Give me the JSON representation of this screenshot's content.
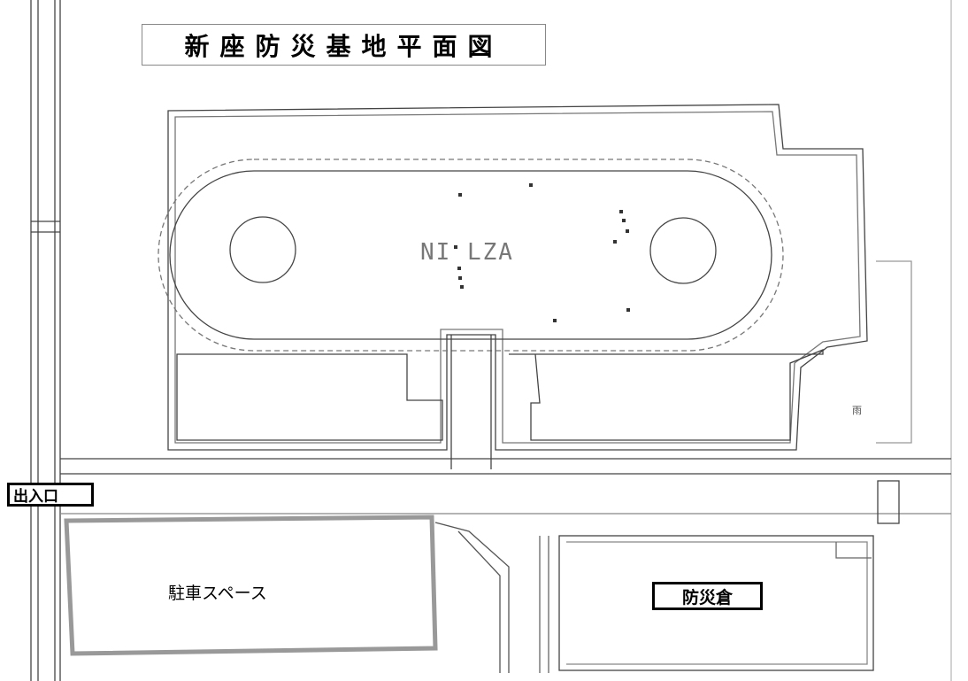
{
  "map": {
    "title": "新座防災基地平面図",
    "field_marking": "NI LZA",
    "labels": {
      "entrance": "出入口",
      "parking": "駐車スペース",
      "warehouse": "防災倉"
    },
    "small_mark": "雨"
  },
  "colors": {
    "line": "#444444",
    "parking_outline": "#999999",
    "label_border": "#000000"
  }
}
